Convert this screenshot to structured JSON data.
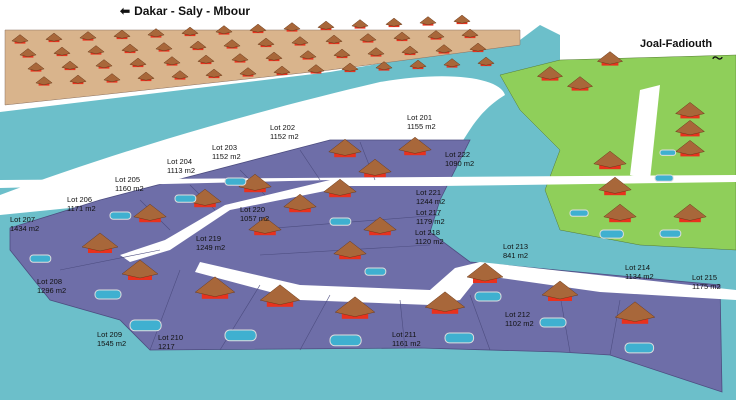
{
  "directions": {
    "left": {
      "label": "Dakar - Saly - Mbour",
      "icon": "arrow-left-icon"
    },
    "right": {
      "label": "Joal-Fadiouth",
      "icon": "wavy-arrow-right-icon"
    }
  },
  "colors": {
    "water": "#6cbfca",
    "lots": "#6e6ea8",
    "green_land": "#8fcf5a",
    "beige_land": "#d9b48c",
    "roof": "#a8673a",
    "wall": "#e8321e",
    "pool": "#3fb0d0"
  },
  "lots": [
    {
      "name": "Lot 201",
      "area": "1155 m2"
    },
    {
      "name": "Lot 202",
      "area": "1152 m2"
    },
    {
      "name": "Lot 203",
      "area": "1152 m2"
    },
    {
      "name": "Lot 204",
      "area": "1113 m2"
    },
    {
      "name": "Lot 205",
      "area": "1160 m2"
    },
    {
      "name": "Lot 206",
      "area": "1171 m2"
    },
    {
      "name": "Lot 207",
      "area": "1434 m2"
    },
    {
      "name": "Lot 208",
      "area": "1296 m2"
    },
    {
      "name": "Lot 209",
      "area": "1545 m2"
    },
    {
      "name": "Lot 210",
      "area": "1217"
    },
    {
      "name": "Lot 211",
      "area": "1161 m2"
    },
    {
      "name": "Lot 212",
      "area": "1102 m2"
    },
    {
      "name": "Lot 213",
      "area": "841 m2"
    },
    {
      "name": "Lot 214",
      "area": "1134 m2"
    },
    {
      "name": "Lot 215",
      "area": "1175 m2"
    },
    {
      "name": "Lot 217",
      "area": "1179 m2"
    },
    {
      "name": "Lot 218",
      "area": "1120 m2"
    },
    {
      "name": "Lot 219",
      "area": "1249 m2"
    },
    {
      "name": "Lot 220",
      "area": "1057 m2"
    },
    {
      "name": "Lot 221",
      "area": "1244 m2"
    },
    {
      "name": "Lot 222",
      "area": "1090 m2"
    }
  ]
}
